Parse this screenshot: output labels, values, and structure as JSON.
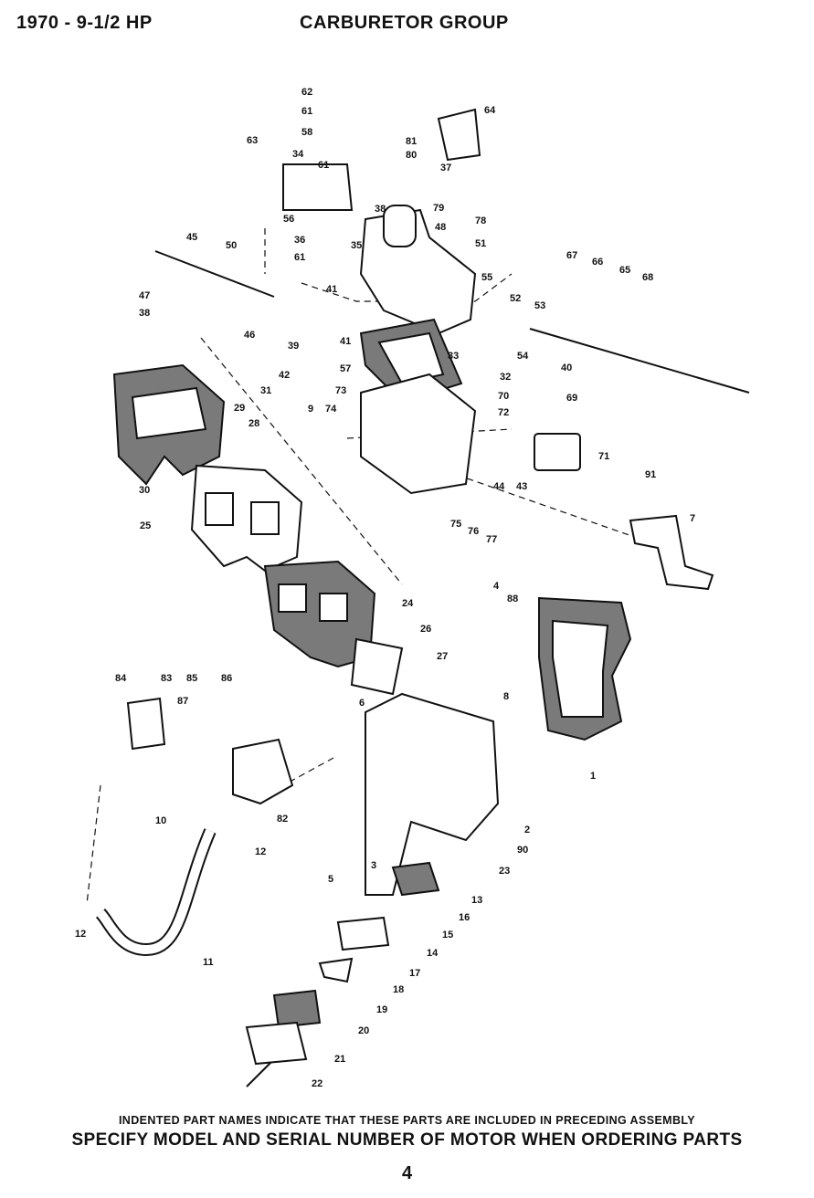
{
  "header": {
    "model": "1970 - 9-1/2 HP",
    "title": "CARBURETOR GROUP"
  },
  "callouts": [
    "62",
    "61",
    "58",
    "64",
    "81",
    "80",
    "37",
    "63",
    "34",
    "61",
    "38",
    "79",
    "48",
    "78",
    "56",
    "36",
    "35",
    "51",
    "45",
    "50",
    "61",
    "67",
    "66",
    "65",
    "68",
    "47",
    "38",
    "41",
    "55",
    "52",
    "53",
    "46",
    "41",
    "54",
    "39",
    "33",
    "40",
    "42",
    "57",
    "73",
    "32",
    "70",
    "69",
    "31",
    "9",
    "74",
    "72",
    "29",
    "28",
    "71",
    "30",
    "44",
    "43",
    "91",
    "75",
    "76",
    "77",
    "7",
    "25",
    "24",
    "4",
    "88",
    "26",
    "27",
    "84",
    "83",
    "85",
    "86",
    "87",
    "6",
    "8",
    "1",
    "10",
    "82",
    "2",
    "12",
    "90",
    "23",
    "5",
    "3",
    "13",
    "16",
    "15",
    "12",
    "14",
    "11",
    "17",
    "18",
    "19",
    "20",
    "21",
    "22"
  ],
  "footer": {
    "note": "INDENTED PART NAMES INDICATE THAT THESE PARTS ARE INCLUDED IN PRECEDING ASSEMBLY",
    "order": "SPECIFY MODEL AND SERIAL NUMBER OF MOTOR WHEN ORDERING PARTS",
    "page": "4"
  }
}
